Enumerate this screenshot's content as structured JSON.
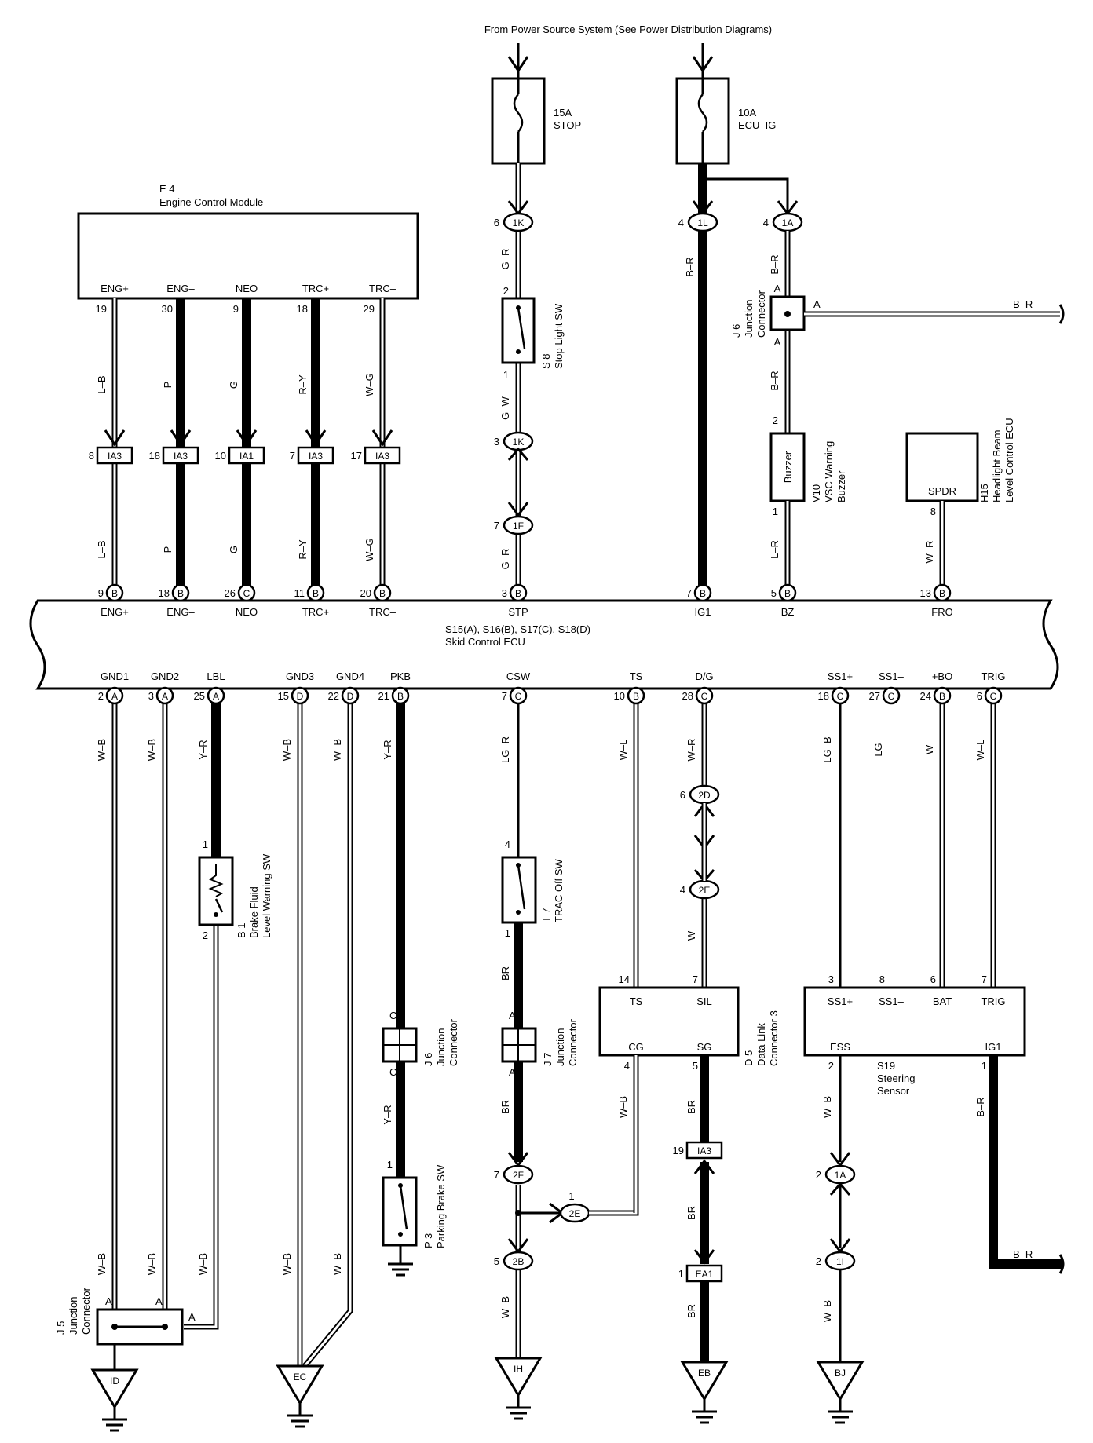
{
  "header": {
    "power_source": "From Power Source System (See Power Distribution Diagrams)"
  },
  "fuses": [
    {
      "amps": "15A",
      "name": "STOP"
    },
    {
      "amps": "10A",
      "name": "ECU–IG"
    }
  ],
  "ecm": {
    "code": "E 4",
    "name": "Engine Control Module",
    "pins": [
      {
        "label": "ENG+",
        "num": "19",
        "wire": "L–B",
        "ia": "IA3",
        "ia_pin": "8",
        "ecu_pin": "9",
        "ecu_conn": "B",
        "ecu_label": "ENG+"
      },
      {
        "label": "ENG–",
        "num": "30",
        "wire": "P",
        "ia": "IA3",
        "ia_pin": "18",
        "ecu_pin": "18",
        "ecu_conn": "B",
        "ecu_label": "ENG–"
      },
      {
        "label": "NEO",
        "num": "9",
        "wire": "G",
        "ia": "IA1",
        "ia_pin": "10",
        "ecu_pin": "26",
        "ecu_conn": "C",
        "ecu_label": "NEO"
      },
      {
        "label": "TRC+",
        "num": "18",
        "wire": "R–Y",
        "ia": "IA3",
        "ia_pin": "7",
        "ecu_pin": "11",
        "ecu_conn": "B",
        "ecu_label": "TRC+"
      },
      {
        "label": "TRC–",
        "num": "29",
        "wire": "W–G",
        "ia": "IA3",
        "ia_pin": "17",
        "ecu_pin": "20",
        "ecu_conn": "B",
        "ecu_label": "TRC–"
      }
    ]
  },
  "stop_circuit": {
    "c1_pin": "6",
    "c1": "1K",
    "wire1": "G–R",
    "sw_pin_top": "2",
    "sw_pin_bot": "1",
    "sw_code": "S 8",
    "sw_name": "Stop Light SW",
    "wire2": "G–W",
    "c2_pin": "3",
    "c2": "1K",
    "c3_pin": "7",
    "c3": "1F",
    "wire3": "G–R",
    "ecu_pin": "3",
    "ecu_conn": "B",
    "ecu_label": "STP"
  },
  "ig_circuit": {
    "c1_pin": "4",
    "c1": "1L",
    "wire": "B–R",
    "ecu_pin": "7",
    "ecu_conn": "B",
    "ecu_label": "IG1"
  },
  "bz_circuit": {
    "c1_pin": "4",
    "c1": "1A",
    "wire1": "B–R",
    "jc_code": "J 6",
    "jc_name1": "Junction",
    "jc_name2": "Connector",
    "jc_pin": "A",
    "out_wire": "B–R",
    "wire2": "B–R",
    "bz_pin_top": "2",
    "bz_pin_bot": "1",
    "bz_label": "Buzzer",
    "bz_code": "V10",
    "bz_name1": "VSC Warning",
    "bz_name2": "Buzzer",
    "wire3": "L–R",
    "ecu_pin": "5",
    "ecu_conn": "B",
    "ecu_label": "BZ"
  },
  "headlight": {
    "pin_label": "SPDR",
    "code": "H15",
    "name1": "Headlight Beam",
    "name2": "Level Control ECU",
    "pin": "8",
    "wire": "W–R",
    "ecu_pin": "13",
    "ecu_conn": "B",
    "ecu_label": "FRO"
  },
  "skid_ecu": {
    "connectors": "S15(A), S16(B), S17(C), S18(D)",
    "name": "Skid Control ECU",
    "bottom_pins": [
      {
        "label": "GND1",
        "pin": "2",
        "conn": "A",
        "wire": "W–B"
      },
      {
        "label": "GND2",
        "pin": "3",
        "conn": "A",
        "wire": "W–B"
      },
      {
        "label": "LBL",
        "pin": "25",
        "conn": "A",
        "wire": "Y–R"
      },
      {
        "label": "GND3",
        "pin": "15",
        "conn": "D",
        "wire": "W–B"
      },
      {
        "label": "GND4",
        "pin": "22",
        "conn": "D",
        "wire": "W–B"
      },
      {
        "label": "PKB",
        "pin": "21",
        "conn": "B",
        "wire": "Y–R"
      },
      {
        "label": "CSW",
        "pin": "7",
        "conn": "C",
        "wire": "LG–R"
      },
      {
        "label": "TS",
        "pin": "10",
        "conn": "B",
        "wire": "W–L"
      },
      {
        "label": "D/G",
        "pin": "28",
        "conn": "C",
        "wire": "W–R"
      },
      {
        "label": "SS1+",
        "pin": "18",
        "conn": "C",
        "wire": "LG–B"
      },
      {
        "label": "SS1–",
        "pin": "27",
        "conn": "C",
        "wire": "LG"
      },
      {
        "label": "+BO",
        "pin": "24",
        "conn": "B",
        "wire": "W"
      },
      {
        "label": "TRIG",
        "pin": "6",
        "conn": "C",
        "wire": "W–L"
      }
    ]
  },
  "brake_fluid": {
    "pin_top": "1",
    "pin_bot": "2",
    "code": "B 1",
    "name1": "Brake Fluid",
    "name2": "Level Warning SW"
  },
  "j5": {
    "code": "J 5",
    "name1": "Junction",
    "name2": "Connector",
    "pin_a1": "A",
    "pin_a2": "A",
    "pin_a3": "A",
    "wire1": "W–B",
    "wire2": "W–B",
    "wire3": "W–B"
  },
  "gnd_ec": {
    "wire1": "W–B",
    "wire2": "W–B"
  },
  "pkb_circuit": {
    "j6_pin_top": "C",
    "j6_pin_bot": "C",
    "j6_code": "J 6",
    "j6_name1": "Junction",
    "j6_name2": "Connector",
    "wire2": "Y–R",
    "sw_pin": "1",
    "sw_code": "P 3",
    "sw_name": "Parking Brake SW"
  },
  "trac_circuit": {
    "sw_pin_top": "4",
    "sw_pin_bot": "1",
    "sw_code": "T 7",
    "sw_name": "TRAC Off SW",
    "wire2": "BR",
    "j7_pin_top": "A",
    "j7_pin_bot": "A",
    "j7_code": "J 7",
    "j7_name1": "Junction",
    "j7_name2": "Connector",
    "wire3": "BR",
    "c1_pin": "7",
    "c1": "2F",
    "c2_pin": "1",
    "c2": "2E",
    "c3_pin": "5",
    "c3": "2B",
    "wire4": "W–B"
  },
  "dlc": {
    "code": "D 5",
    "name1": "Data Link",
    "name2": "Connector 3",
    "pin_ts": "14",
    "pin_sil": "7",
    "pin_cg": "4",
    "pin_sg": "5",
    "lbl_ts": "TS",
    "lbl_sil": "SIL",
    "lbl_cg": "CG",
    "lbl_sg": "SG",
    "c1_pin": "6",
    "c1": "2D",
    "c2_pin": "4",
    "c2": "2E",
    "wire_w": "W",
    "wire_cg": "W–B",
    "wire_sg": "BR",
    "ia_pin": "19",
    "ia": "IA3",
    "wire_sg2": "BR",
    "ea_pin": "1",
    "ea": "EA1",
    "wire_sg3": "BR"
  },
  "steering": {
    "code": "S19",
    "name1": "Steering",
    "name2": "Sensor",
    "pins_top": [
      {
        "num": "3",
        "label": "SS1+"
      },
      {
        "num": "8",
        "label": "SS1–"
      },
      {
        "num": "6",
        "label": "BAT"
      },
      {
        "num": "7",
        "label": "TRIG"
      }
    ],
    "pin_ess": "2",
    "lbl_ess": "ESS",
    "pin_ig1": "1",
    "lbl_ig1": "IG1",
    "wire_ess": "W–B",
    "c1_pin": "2",
    "c1": "1A",
    "c2_pin": "2",
    "c2": "1I",
    "wire_ess2": "W–B",
    "wire_ig1": "B–R",
    "out_wire": "B–R"
  },
  "grounds": [
    "ID",
    "EC",
    "IH",
    "EB",
    "BJ"
  ]
}
